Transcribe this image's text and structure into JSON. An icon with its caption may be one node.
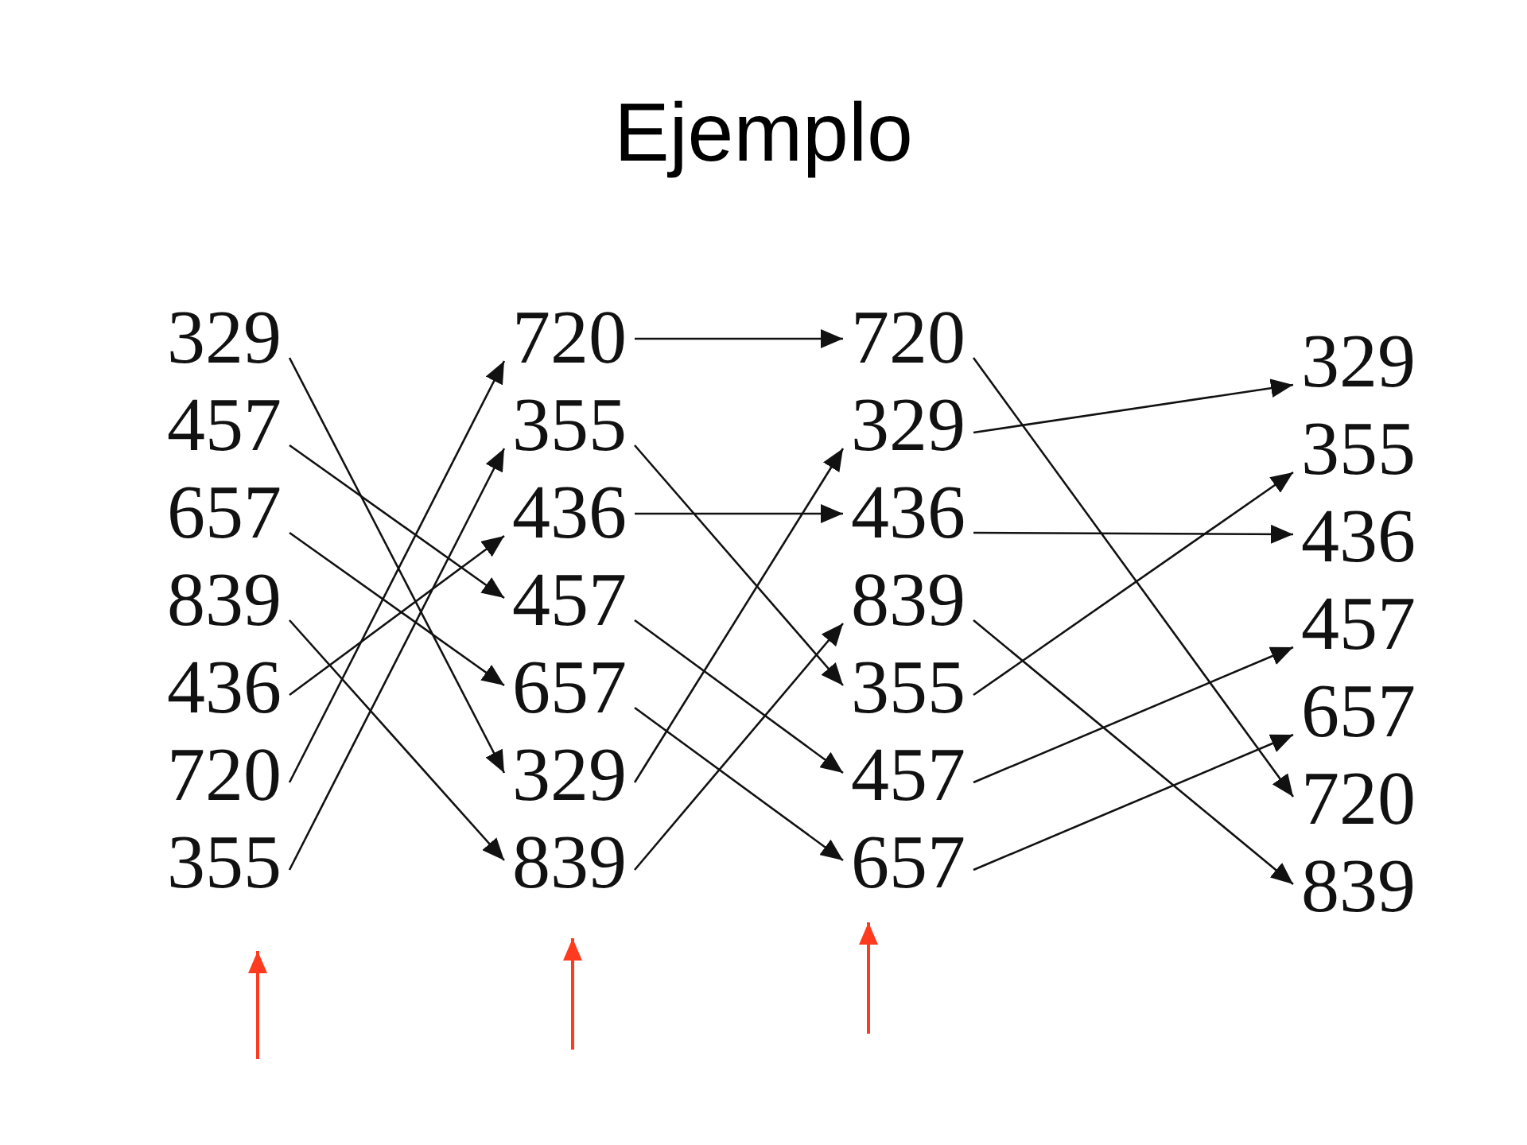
{
  "diagram": {
    "title": "Ejemplo",
    "nodes": [
      {
        "text": [
          "329"
        ]
      },
      {
        "text": [
          "457"
        ]
      },
      {
        "text": [
          "657"
        ]
      },
      {
        "text": [
          "839"
        ]
      },
      {
        "text": [
          "436"
        ]
      },
      {
        "text": [
          "720"
        ]
      },
      {
        "text": [
          "355"
        ]
      },
      {
        "text": [
          "720"
        ]
      },
      {
        "text": [
          "355"
        ]
      },
      {
        "text": [
          "436"
        ]
      },
      {
        "text": [
          "457"
        ]
      },
      {
        "text": [
          "657"
        ]
      },
      {
        "text": [
          "329"
        ]
      },
      {
        "text": [
          "839"
        ]
      },
      {
        "text": [
          "720"
        ]
      },
      {
        "text": [
          "329"
        ]
      },
      {
        "text": [
          "436"
        ]
      },
      {
        "text": [
          "839"
        ]
      },
      {
        "text": [
          "355"
        ]
      },
      {
        "text": [
          "457"
        ]
      },
      {
        "text": [
          "657"
        ]
      },
      {
        "text": [
          "329"
        ]
      },
      {
        "text": [
          "355"
        ]
      },
      {
        "text": [
          "436"
        ]
      },
      {
        "text": [
          "457"
        ]
      },
      {
        "text": [
          "657"
        ]
      },
      {
        "text": [
          "720"
        ]
      },
      {
        "text": [
          "839"
        ]
      }
    ],
    "edges": [
      {
        "from": 0,
        "to": 12,
        "arrow": "to"
      },
      {
        "from": 1,
        "to": 10,
        "arrow": "to"
      },
      {
        "from": 2,
        "to": 11,
        "arrow": "to"
      },
      {
        "from": 3,
        "to": 13,
        "arrow": "to"
      },
      {
        "from": 4,
        "to": 9,
        "arrow": "to"
      },
      {
        "from": 5,
        "to": 7,
        "arrow": "to"
      },
      {
        "from": 6,
        "to": 8,
        "arrow": "to"
      },
      {
        "from": 7,
        "to": 14,
        "arrow": "to"
      },
      {
        "from": 8,
        "to": 18,
        "arrow": "to"
      },
      {
        "from": 9,
        "to": 16,
        "arrow": "to"
      },
      {
        "from": 10,
        "to": 19,
        "arrow": "to"
      },
      {
        "from": 11,
        "to": 20,
        "arrow": "to"
      },
      {
        "from": 12,
        "to": 15,
        "arrow": "to"
      },
      {
        "from": 13,
        "to": 17,
        "arrow": "to"
      },
      {
        "from": 14,
        "to": 26,
        "arrow": "to"
      },
      {
        "from": 15,
        "to": 21,
        "arrow": "to"
      },
      {
        "from": 16,
        "to": 23,
        "arrow": "to"
      },
      {
        "from": 17,
        "to": 27,
        "arrow": "to"
      },
      {
        "from": 18,
        "to": 22,
        "arrow": "to"
      },
      {
        "from": 19,
        "to": 24,
        "arrow": "to"
      },
      {
        "from": 20,
        "to": 25,
        "arrow": "to"
      }
    ]
  }
}
